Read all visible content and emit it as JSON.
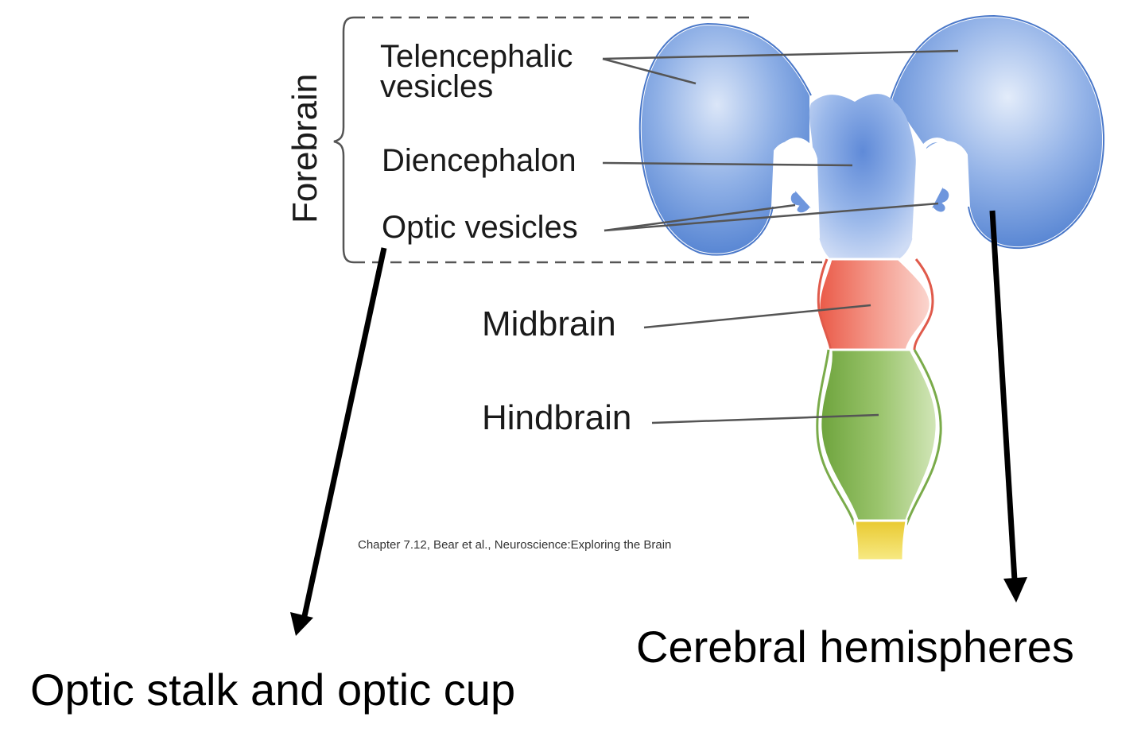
{
  "labels": {
    "forebrain": "Forebrain",
    "telencephalic_line1": "Telencephalic",
    "telencephalic_line2": "vesicles",
    "diencephalon": "Diencephalon",
    "optic_vesicles": "Optic vesicles",
    "midbrain": "Midbrain",
    "hindbrain": "Hindbrain",
    "citation": "Chapter 7.12, Bear et al., Neuroscience:Exploring the Brain",
    "optic_outcome": "Optic stalk and optic cup",
    "cerebral_outcome": "Cerebral hemispheres"
  },
  "colors": {
    "forebrain": "#5b86d6",
    "midbrain": "#ee6b5a",
    "hindbrain": "#86b556",
    "spinal": "#f1d94a",
    "leader_line": "#555555",
    "arrow": "#000000",
    "dashed_box": "#555555"
  }
}
